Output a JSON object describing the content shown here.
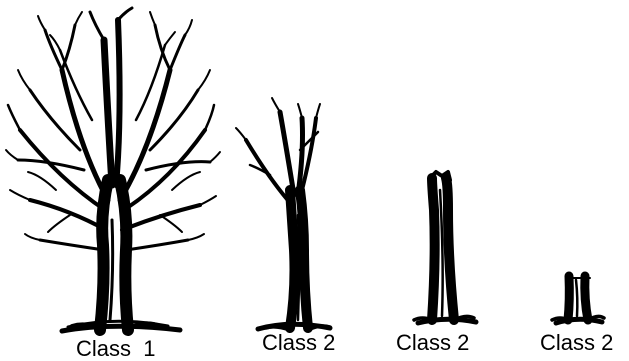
{
  "figure": {
    "labels": {
      "tree_1": "Class  1",
      "tree_2": "Class 2",
      "tree_3": "Class 2",
      "tree_4": "Class 2"
    }
  }
}
